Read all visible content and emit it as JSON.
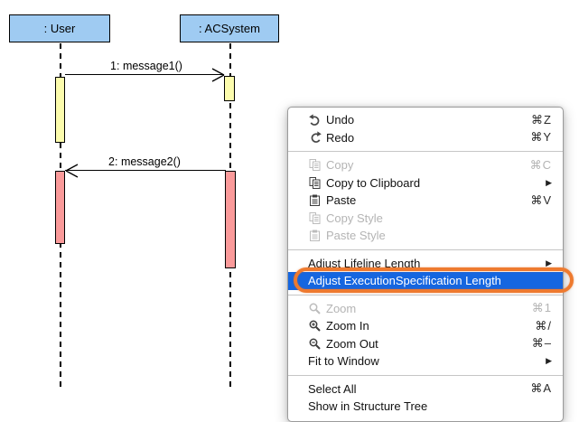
{
  "diagram": {
    "actors": [
      {
        "name": ": User"
      },
      {
        "name": ": ACSystem"
      }
    ],
    "messages": [
      {
        "label": "1: message1()"
      },
      {
        "label": "2: message2()"
      }
    ],
    "colors": {
      "head_fill": "#9FCBF2",
      "execution_yellow": "#FCFCAD",
      "execution_pink": "#FA9A9A"
    }
  },
  "menu": {
    "submenu_arrow": "▶",
    "colors": {
      "highlight_blue": "#1566E0",
      "annotation_orange": "#EE7A2F"
    },
    "items": [
      {
        "label": "Undo",
        "shortcut": "⌘Z",
        "icon": "undo",
        "enabled": true
      },
      {
        "label": "Redo",
        "shortcut": "⌘Y",
        "icon": "redo",
        "enabled": true
      },
      {
        "separator": true
      },
      {
        "label": "Copy",
        "shortcut": "⌘C",
        "icon": "copy",
        "enabled": false
      },
      {
        "label": "Copy to Clipboard",
        "icon": "copy",
        "submenu": true,
        "enabled": true
      },
      {
        "label": "Paste",
        "shortcut": "⌘V",
        "icon": "paste",
        "enabled": true
      },
      {
        "label": "Copy Style",
        "icon": "copy",
        "enabled": false
      },
      {
        "label": "Paste Style",
        "icon": "paste",
        "enabled": false
      },
      {
        "separator": true
      },
      {
        "label": "Adjust Lifeline Length",
        "submenu": true,
        "enabled": true
      },
      {
        "label": "Adjust ExecutionSpecification Length",
        "enabled": true,
        "highlighted": true
      },
      {
        "separator": true
      },
      {
        "label": "Zoom",
        "shortcut": "⌘1",
        "icon": "zoom",
        "enabled": false
      },
      {
        "label": "Zoom In",
        "shortcut": "⌘/",
        "icon": "zoom-in",
        "enabled": true
      },
      {
        "label": "Zoom Out",
        "shortcut": "⌘–",
        "icon": "zoom-out",
        "enabled": true
      },
      {
        "label": "Fit to Window",
        "submenu": true,
        "enabled": true
      },
      {
        "separator": true
      },
      {
        "label": "Select All",
        "shortcut": "⌘A",
        "enabled": true
      },
      {
        "label": "Show in Structure Tree",
        "enabled": true,
        "clipped": true
      }
    ]
  }
}
